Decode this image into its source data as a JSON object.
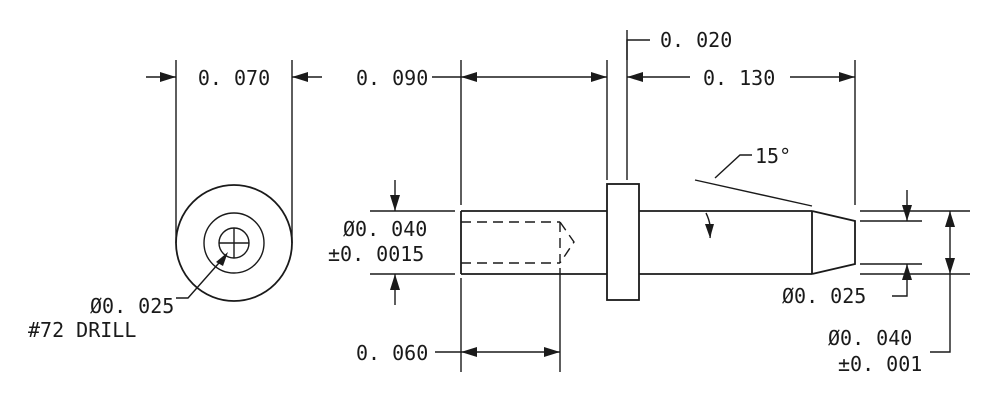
{
  "drawing": {
    "labels": {
      "end_view_width": "0. 070",
      "hole_diameter": "Ø0. 025",
      "drill_spec": "#72 DRILL",
      "left_length": "0. 090",
      "collar_width": "0. 020",
      "right_length": "0. 130",
      "taper_angle": "15°",
      "body_diameter": "Ø0. 040",
      "body_tolerance": "±0. 0015",
      "tip_diameter": "Ø0. 025",
      "drill_depth": "0. 060",
      "pin_diameter": "Ø0. 040",
      "pin_tolerance": "±0. 001"
    },
    "colors": {
      "ink": "#1a1a1a",
      "paper": "#ffffff"
    }
  }
}
